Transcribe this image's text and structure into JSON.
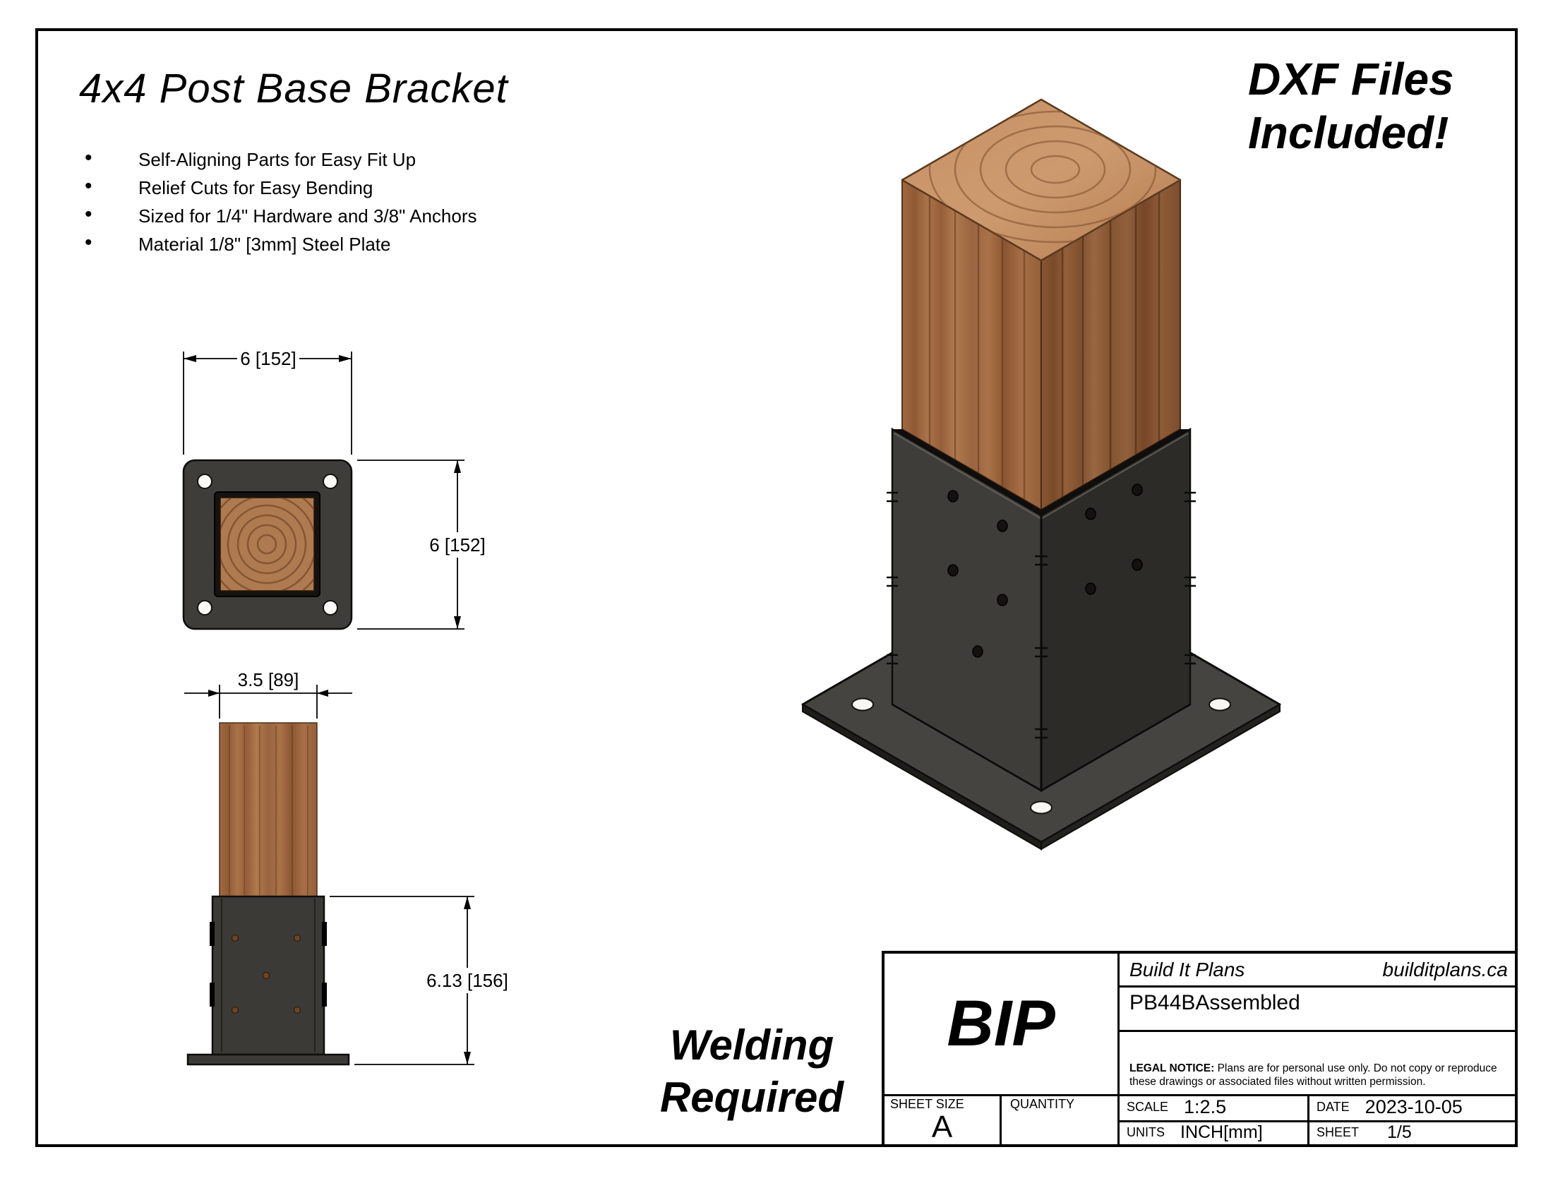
{
  "page": {
    "title": "4x4 Post Base Bracket"
  },
  "notes": {
    "items": [
      "Self-Aligning Parts for Easy Fit Up",
      "Relief Cuts for Easy Bending",
      "Sized for 1/4\" Hardware and 3/8\" Anchors",
      "Material 1/8\" [3mm] Steel Plate"
    ]
  },
  "callouts": {
    "dxf_line1": "DXF Files",
    "dxf_line2": "Included!",
    "welding_line1": "Welding",
    "welding_line2": "Required"
  },
  "top_view": {
    "width_dim": "6 [152]",
    "height_dim": "6 [152]"
  },
  "front_view": {
    "width_dim": "3.5 [89]",
    "height_dim": "6.13 [156]"
  },
  "title_block": {
    "logo": "BIP",
    "company": "Build It Plans",
    "website": "builditplans.ca",
    "part_name": "PB44BAssembled",
    "legal_label": "LEGAL NOTICE:",
    "legal_text": "Plans are for personal use only. Do not copy or reproduce these drawings or associated files without written permission.",
    "sheet_size_label": "SHEET SIZE",
    "sheet_size_value": "A",
    "quantity_label": "QUANTITY",
    "quantity_value": "",
    "scale_label": "SCALE",
    "scale_value": "1:2.5",
    "date_label": "DATE",
    "date_value": "2023-10-05",
    "units_label": "UNITS",
    "units_value": "INCH[mm]",
    "sheet_label": "SHEET",
    "sheet_value": "1/5"
  },
  "colors": {
    "steel": "#3b3a36",
    "steel_dark": "#2c2b28",
    "wood": "#a9714a",
    "wood_light": "#c68f63",
    "line": "#000000",
    "background": "#ffffff"
  }
}
